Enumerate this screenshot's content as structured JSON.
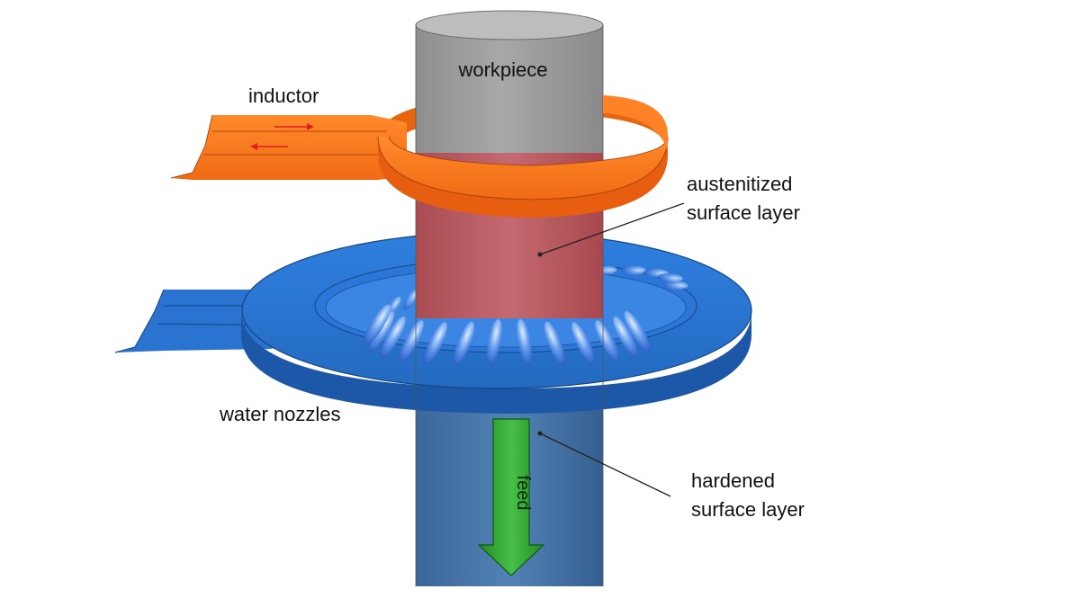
{
  "labels": {
    "workpiece": "workpiece",
    "inductor": "inductor",
    "austenitized_line1": "austenitized",
    "austenitized_line2": "surface layer",
    "water_nozzles": "water nozzles",
    "hardened_line1": "hardened",
    "hardened_line2": "surface layer",
    "feed": "feed"
  },
  "colors": {
    "workpiece_top": "#b9b9b9",
    "workpiece_body": "#9a9a9a",
    "austenitized": "#b85a60",
    "hardened": "#3f6fa0",
    "inductor": "#f5741a",
    "inductor_dark": "#d95a10",
    "nozzle_ring": "#2a73d0",
    "nozzle_ring_dark": "#1d58a8",
    "feed_arrow": "#2fa52f",
    "current_arrow": "#e02020"
  },
  "icons": {
    "feed_arrow": "arrow-down-icon",
    "current_in": "arrow-right-icon",
    "current_out": "arrow-left-icon"
  }
}
